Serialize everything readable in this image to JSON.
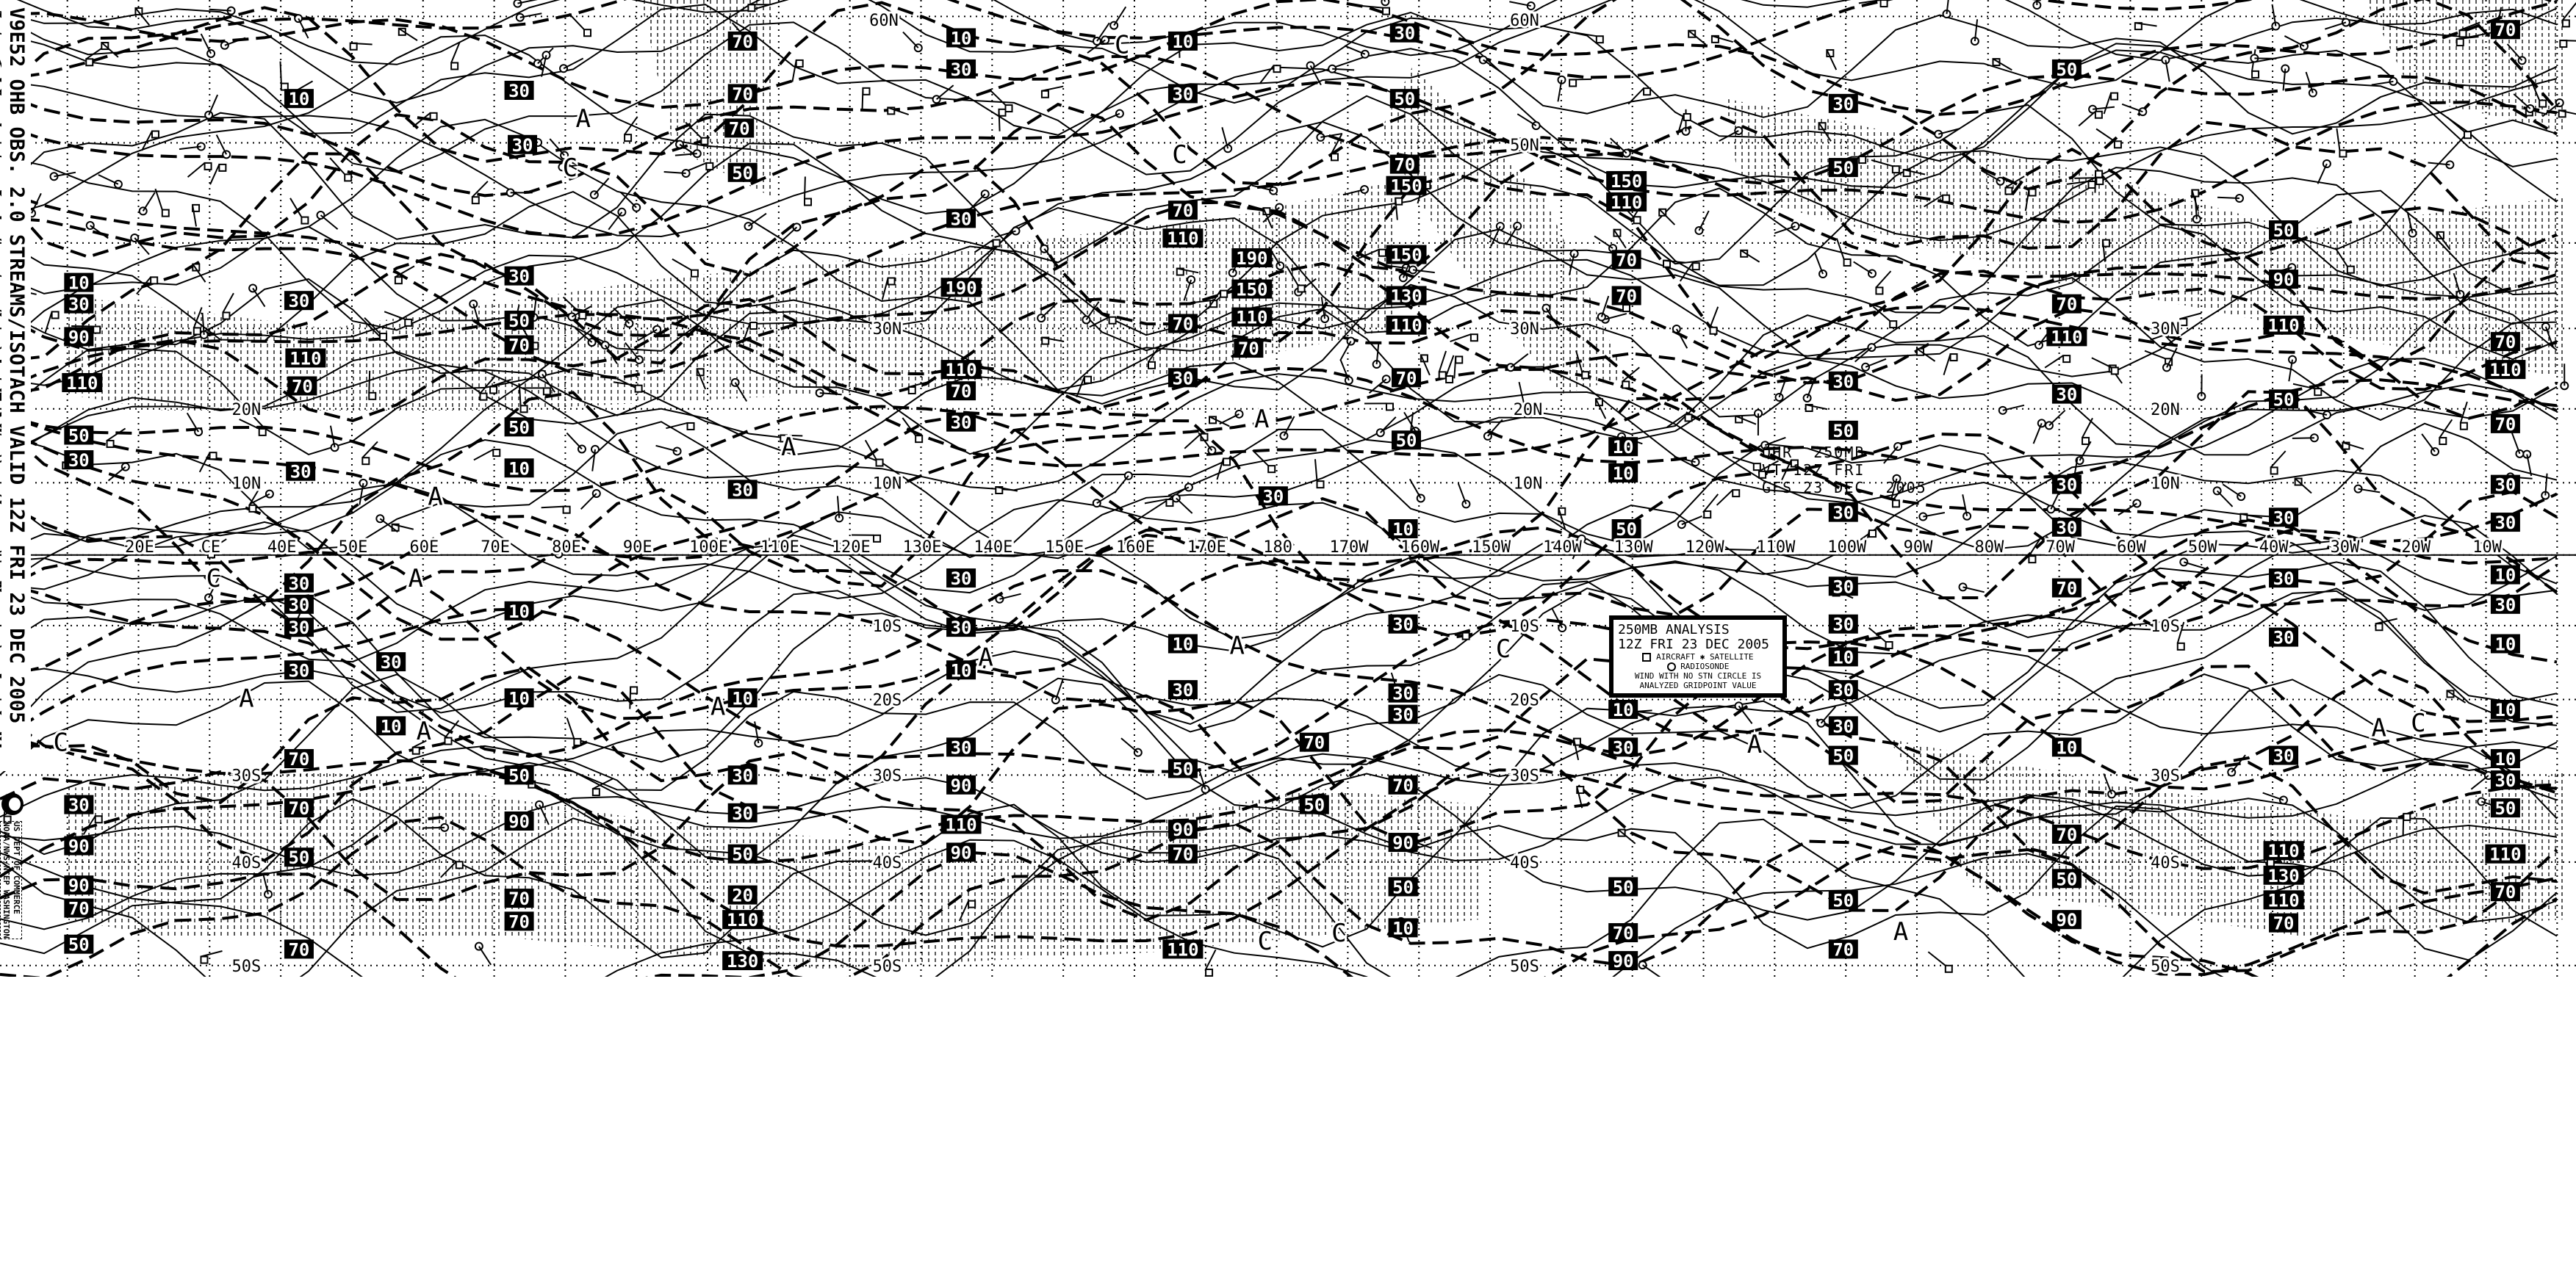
{
  "chart": {
    "side_title": "V9E52 OHB OBS. 2.0 STREAMS/ISOTACH VALID 12Z FRI 23 DEC 2005",
    "agency_line1": "US DEPT OF COMMERCE",
    "agency_line2": "NOAA/NWS/NCEP WASHINGTON"
  },
  "legend": {
    "title": "250MB ANALYSIS",
    "valid": "12Z FRI 23 DEC 2005",
    "aircraft": "AIRCRAFT",
    "satellite": "SATELLITE",
    "radiosonde": "RADIOSONDE",
    "note1": "WIND WITH NO STN CIRCLE IS",
    "note2": "ANALYZED GRIDPOINT VALUE"
  },
  "model_label": {
    "line1": "QHR  250MB",
    "line2": "VT 12Z FRI",
    "line3": "GFS 23 DEC  2005"
  },
  "longitudes": [
    "20E",
    "CE",
    "40E",
    "50E",
    "60E",
    "70E",
    "80E",
    "90E",
    "100E",
    "110E",
    "120E",
    "130E",
    "140E",
    "150E",
    "160E",
    "170E",
    "180",
    "170W",
    "160W",
    "150W",
    "140W",
    "130W",
    "120W",
    "110W",
    "100W",
    "90W",
    "80W",
    "70W",
    "60W",
    "50W",
    "40W",
    "30W",
    "20W",
    "10W"
  ],
  "latitude_labels": [
    "60N",
    "60N",
    "50N",
    "30N",
    "30N",
    "30N",
    "20N",
    "20N",
    "20N",
    "10N",
    "10N",
    "10N",
    "10N",
    "10S",
    "10S",
    "10S",
    "20S",
    "20S",
    "30S",
    "30S",
    "30S",
    "30S",
    "40S",
    "40S",
    "40S",
    "40S",
    "50S",
    "50S",
    "50S",
    "50S"
  ],
  "isotach_labels": [
    "10",
    "30",
    "90",
    "110",
    "50",
    "30",
    "10",
    "30",
    "110",
    "70",
    "30",
    "30",
    "30",
    "30",
    "50",
    "70",
    "50",
    "10",
    "70",
    "70",
    "70",
    "50",
    "30",
    "10",
    "30",
    "30",
    "190",
    "110",
    "70",
    "30",
    "10",
    "30",
    "70",
    "110",
    "70",
    "30",
    "190",
    "150",
    "110",
    "70",
    "30",
    "30",
    "50",
    "70",
    "150",
    "150",
    "130",
    "110",
    "70",
    "50",
    "150",
    "110",
    "70",
    "70",
    "10",
    "10",
    "50",
    "30",
    "30",
    "50",
    "30",
    "50",
    "70",
    "110",
    "30",
    "30",
    "50",
    "90",
    "110",
    "50",
    "30",
    "70",
    "70",
    "110",
    "70",
    "30",
    "30",
    "90",
    "90",
    "70",
    "50",
    "70",
    "70",
    "50",
    "70",
    "50",
    "90",
    "70",
    "70",
    "10",
    "30",
    "30",
    "50",
    "20",
    "110",
    "130",
    "30",
    "90",
    "110",
    "90",
    "50",
    "90",
    "70",
    "110",
    "70",
    "50",
    "70",
    "90",
    "50",
    "10",
    "10",
    "30",
    "50",
    "70",
    "90",
    "10",
    "30",
    "50",
    "50",
    "70",
    "10",
    "70",
    "50",
    "90",
    "30",
    "110",
    "130",
    "110",
    "70",
    "10",
    "30",
    "50",
    "110",
    "70",
    "30",
    "30",
    "30",
    "30",
    "30",
    "10",
    "10",
    "10",
    "30",
    "30",
    "10",
    "10",
    "30",
    "10",
    "30",
    "30",
    "30",
    "50",
    "30",
    "30",
    "30",
    "30",
    "70",
    "30",
    "30",
    "30",
    "10",
    "30",
    "10",
    "10",
    "30",
    "10"
  ],
  "pressure_centers": [
    "A",
    "A",
    "A",
    "A",
    "A",
    "A",
    "A",
    "A",
    "A",
    "A",
    "A",
    "A",
    "A",
    "C",
    "C",
    "C",
    "C",
    "C",
    "C",
    "C",
    "C",
    "C"
  ]
}
